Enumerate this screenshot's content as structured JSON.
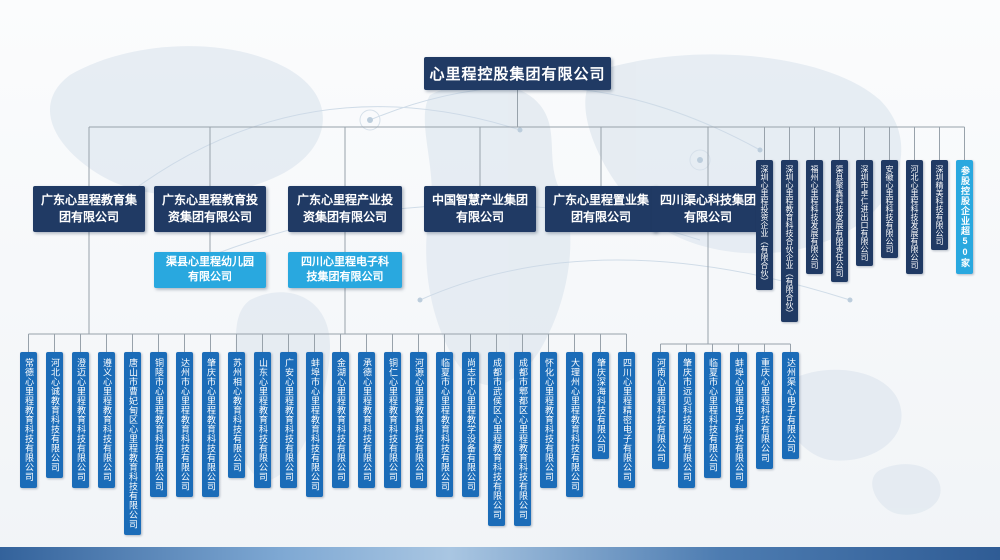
{
  "root_company": "心里程控股集团有限公司",
  "level2_groups": [
    "广东心里程教育集团有限公司",
    "广东心里程教育投资集团有限公司",
    "广东心里程产业投资集团有限公司",
    "中国智慧产业集团有限公司",
    "广东心里程置业集团有限公司",
    "四川渠心科技集团有限公司"
  ],
  "level3_children": [
    "渠县心里程幼儿园有限公司",
    "四川心里程电子科技集团有限公司"
  ],
  "right_affiliates": [
    "深圳心里程投资企业（有限合伙）",
    "深圳心里程教育科技合伙企业（有限合伙）",
    "福州心里程科技发展有限公司",
    "渠县聚鑫科技发展有限责任公司",
    "深圳市卓仁进出口有限公司",
    "安徽心里程科技有限公司",
    "河北心里程科技发展有限公司",
    "深圳精美科技有限公司"
  ],
  "right_note": "参股控股企业超50家",
  "education_subsidiaries": [
    "常德心里程教育科技有限公司",
    "河北心诚教育科技有限公司",
    "澄迈心里程教育科技有限公司",
    "遵义心里程教育科技有限公司",
    "唐山市曹妃甸区心里程教育科技有限公司",
    "铜陵市心里程教育科技有限公司",
    "达州市心里程教育科技有限公司",
    "肇庆市心里程教育科技有限公司",
    "苏州相心教育科技有限公司",
    "山东心里程教育科技有限公司",
    "广安心里程教育科技有限公司",
    "蚌埠市心里程教育科技有限公司",
    "金湖心里程教育科技有限公司",
    "承德心里程教育科技有限公司",
    "铜仁心里程教育科技有限公司",
    "河源心里程教育科技有限公司",
    "临夏市心里程教育科技有限公司",
    "尚志市心里程教学设备有限公司",
    "成都市武侯区心里程教育科技有限公司",
    "成都市郫都区心里程教育科技有限公司",
    "怀化心里程教育科技有限公司",
    "大理州心里程教育科技有限公司",
    "肇庆深海科技有限公司",
    "四川心里程精密电子有限公司"
  ],
  "tech_subsidiaries": [
    "河南心里程科技有限公司",
    "肇庆市远见科技股份有限公司",
    "临夏市心里程科技有限公司",
    "蚌埠心里程电子科技有限公司",
    "重庆心里程科技有限公司",
    "达州渠心电子有限公司"
  ],
  "colors": {
    "navy": "#203A64",
    "mid_blue": "#1B6CB8",
    "light_blue": "#29A8DF",
    "line_gray": "#98A2AB"
  }
}
